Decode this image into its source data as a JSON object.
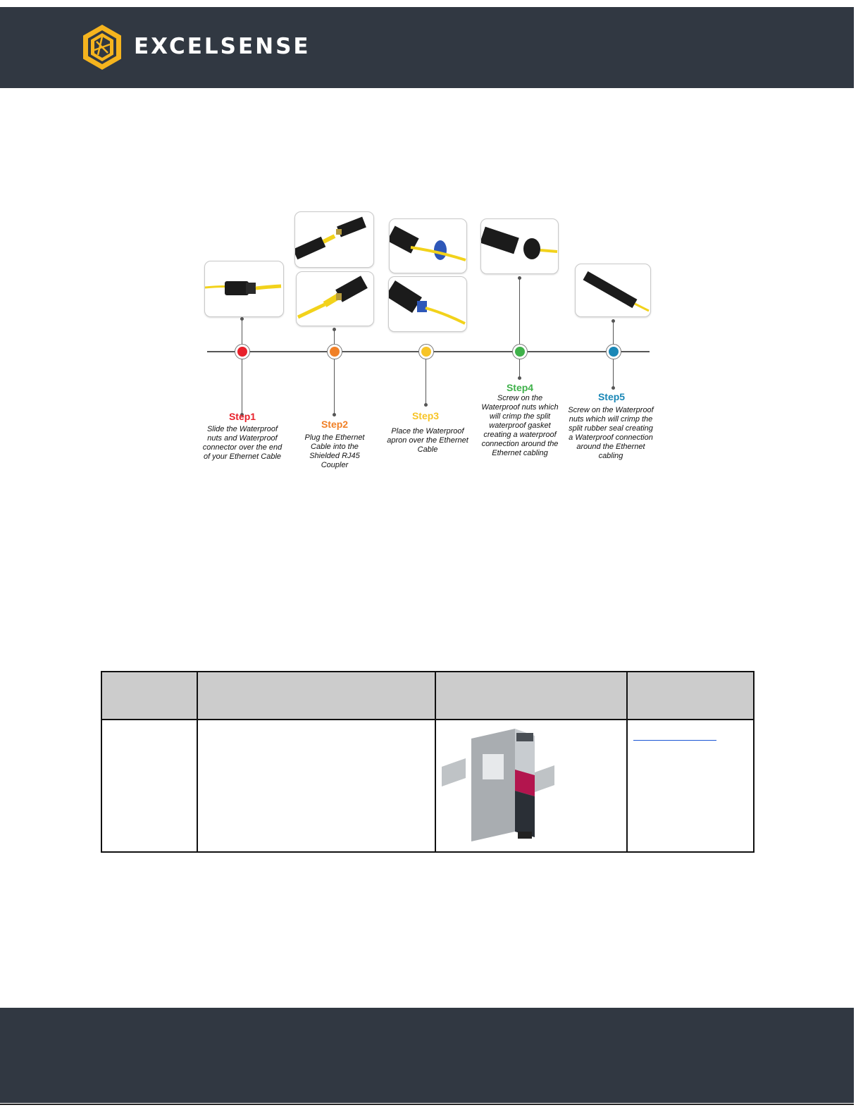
{
  "header": {
    "brand": "EXCELSENSE"
  },
  "steps": [
    {
      "title": "Step1",
      "color": "#e8212b",
      "description": "Slide the Waterproof nuts and Waterproof connector over the end of your Ethernet Cable"
    },
    {
      "title": "Step2",
      "color": "#f08027",
      "description": "Plug the Ethernet Cable into the Shielded RJ45 Coupler"
    },
    {
      "title": "Step3",
      "color": "#f7c427",
      "description": "Place the Waterproof apron over the Ethernet Cable"
    },
    {
      "title": "Step4",
      "color": "#3fb14a",
      "description": "Screw on the Waterproof nuts which will crimp the split waterproof gasket creating a waterproof connection around the Ethernet cabling"
    },
    {
      "title": "Step5",
      "color": "#1a87b6",
      "description": "Screw on the Waterproof nuts which will crimp the split rubber seal creating a Waterproof connection around the Ethernet cabling"
    }
  ],
  "colors": {
    "header_bg": "#313842",
    "table_header_bg": "#cccccc",
    "link": "#1a55d4"
  },
  "icons": {
    "logo": "hexagon-aperture-logo",
    "psu": "din-rail-power-supply-image"
  }
}
